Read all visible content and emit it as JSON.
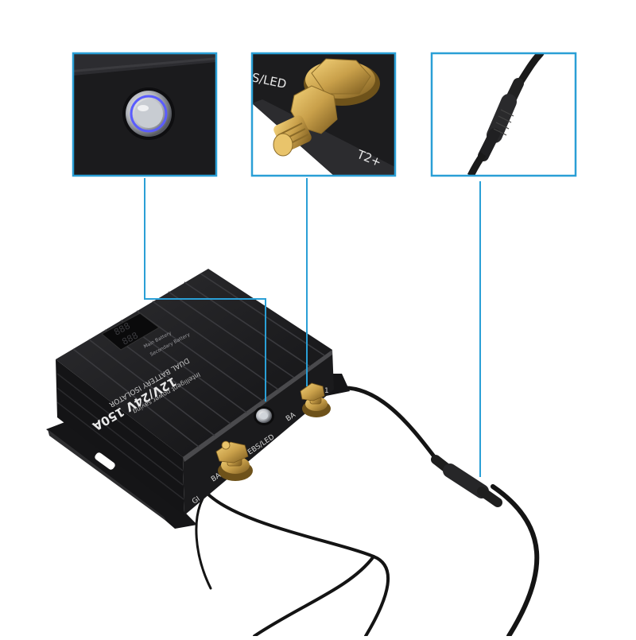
{
  "product": {
    "model_label": "12V/24V 150A",
    "name_label": "DUAL BATTERY ISOLATOR",
    "tagline": "Intelligent power saving",
    "display_labels": [
      "Main Battery",
      "Secondary Battery"
    ],
    "led_port_label": "EBS/LED",
    "bat_left_label": "BA",
    "bat_right_label": "BA",
    "ground_label": "GI",
    "right_edge_label": "1"
  },
  "callouts": [
    {
      "id": "led-switch",
      "icon": "illuminated-push-button"
    },
    {
      "id": "terminal",
      "text": "S/LED",
      "text2": "T2+",
      "icon": "brass-bolt-terminal"
    },
    {
      "id": "cable-connector",
      "icon": "waterproof-cable-connector"
    }
  ],
  "colors": {
    "callout_border": "#2a9fd6",
    "housing": "#1c1c1e",
    "brass": "#c9a04a",
    "led_ring": "#5a5cff"
  }
}
